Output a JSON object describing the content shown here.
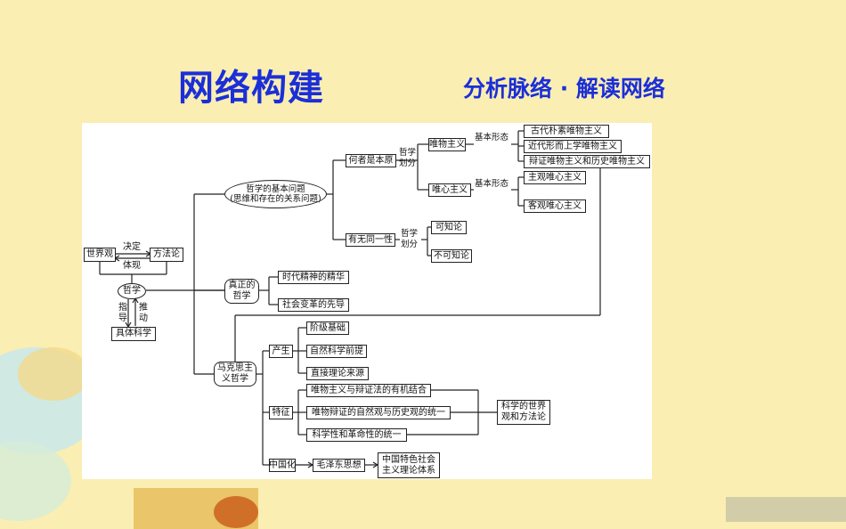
{
  "header": {
    "title": "网络构建",
    "subtitle": "分析脉络 · 解读网络"
  },
  "map": {
    "worldview": "世界观",
    "methodology": "方法论",
    "decides": "决定",
    "embodies": "体现",
    "philosophy": "哲学",
    "guides": "指导",
    "promotes": "推动",
    "specific_science": "具体科学",
    "basic_question": "哲学的基本问题\n(思维和存在的关系问题)",
    "which_primary": "何者是本原",
    "identity": "有无同一性",
    "phil_division_1": "哲学划分",
    "phil_division_2": "哲学划分",
    "materialism": "唯物主义",
    "idealism": "唯心主义",
    "basic_form_1": "基本形态",
    "basic_form_2": "基本形态",
    "ancient_materialism": "古代朴素唯物主义",
    "modern_materialism": "近代形而上学唯物主义",
    "dialectical_materialism": "辩证唯物主义和历史唯物主义",
    "subjective_idealism": "主观唯心主义",
    "objective_idealism": "客观唯心主义",
    "knowable": "可知论",
    "unknowable": "不可知论",
    "true_philosophy": "真正的\n哲学",
    "essence_of_era": "时代精神的精华",
    "herald_of_change": "社会变革的先导",
    "marxist_philosophy": "马克思主\n义哲学",
    "origin": "产生",
    "class_basis": "阶级基础",
    "science_premise": "自然科学前提",
    "theory_source": "直接理论来源",
    "features": "特征",
    "feature_1": "唯物主义与辩证法的有机结合",
    "feature_2": "唯物辩证的自然观与历史观的统一",
    "feature_3": "科学性和革命性的统一",
    "scientific_worldview": "科学的世界\n观和方法论",
    "sinicization": "中国化",
    "mao_thought": "毛泽东思想",
    "socialism_theory": "中国特色社会\n主义理论体系"
  },
  "colors": {
    "background": "#fbeeb2",
    "title": "#1b2fd8",
    "panel": "#ffffff",
    "line": "#222222"
  }
}
